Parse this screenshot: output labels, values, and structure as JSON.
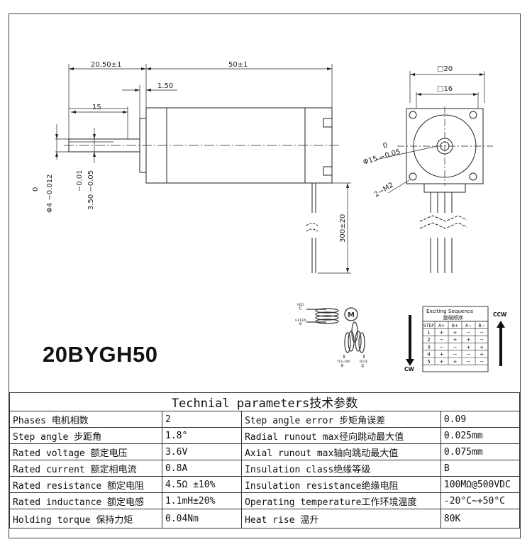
{
  "model_name": "20BYGH50",
  "drawing": {
    "dim_shaft_ext": "20.50±1",
    "dim_body": "50±1",
    "dim_flange": "1.50",
    "dim_flat": "15",
    "dim_shaft_dia_top": "0",
    "dim_shaft_dia": "Φ4 −0.012",
    "dim_flat_depth_top": "−0.01",
    "dim_flat_depth": "3.50 −0.05",
    "dim_lead": "300±20",
    "dim_square_outer": "□20",
    "dim_square_inner": "□16",
    "dim_boss_top": "0",
    "dim_boss": "Φ15 −0.05",
    "dim_holes": "2−M2"
  },
  "wiring": {
    "motor_label": "M",
    "red_label": "RED",
    "red_cn": "红",
    "green_label": "GREEN",
    "green_cn": "绿",
    "yellow_label": "YELLOW",
    "yellow_cn": "黄",
    "blue_label": "BLUE",
    "blue_cn": "蓝"
  },
  "sequence": {
    "title": "Exciting Sequence",
    "title_cn": "励磁顺序",
    "ccw": "CCW",
    "cw": "CW",
    "headers": [
      "STEP",
      "A+",
      "B+",
      "A−",
      "B−"
    ],
    "rows": [
      [
        "1",
        "+",
        "+",
        "−",
        "−"
      ],
      [
        "2",
        "−",
        "+",
        "+",
        "−"
      ],
      [
        "3",
        "−",
        "−",
        "+",
        "+"
      ],
      [
        "4",
        "+",
        "−",
        "−",
        "+"
      ],
      [
        "5",
        "+",
        "+",
        "−",
        "−"
      ]
    ]
  },
  "table": {
    "title": "Technial parameters技术参数",
    "rows": [
      [
        "Phases 电机相数",
        "2",
        "Step angle error 步矩角误差",
        "0.09"
      ],
      [
        "Step angle 步距角",
        "1.8°",
        "Radial runout max径向跳动最大值",
        "0.025mm"
      ],
      [
        "Rated voltage 额定电压",
        "3.6V",
        "Axial runout max轴向跳动最大值",
        "0.075mm"
      ],
      [
        "Rated current 额定相电流",
        "0.8A",
        "Insulation class绝缘等级",
        "B"
      ],
      [
        "Rated resistance 额定电阻",
        "4.5Ω ±10%",
        "Insulation resistance绝缘电阻",
        "100MΩ@500VDC"
      ],
      [
        "Rated inductance 额定电感",
        "1.1mH±20%",
        "Operating temperature工作环境温度",
        "-20°C~+50°C"
      ],
      [
        "Holding torque 保持力矩",
        "0.04Nm",
        "Heat rise 温升",
        "80K"
      ]
    ]
  }
}
